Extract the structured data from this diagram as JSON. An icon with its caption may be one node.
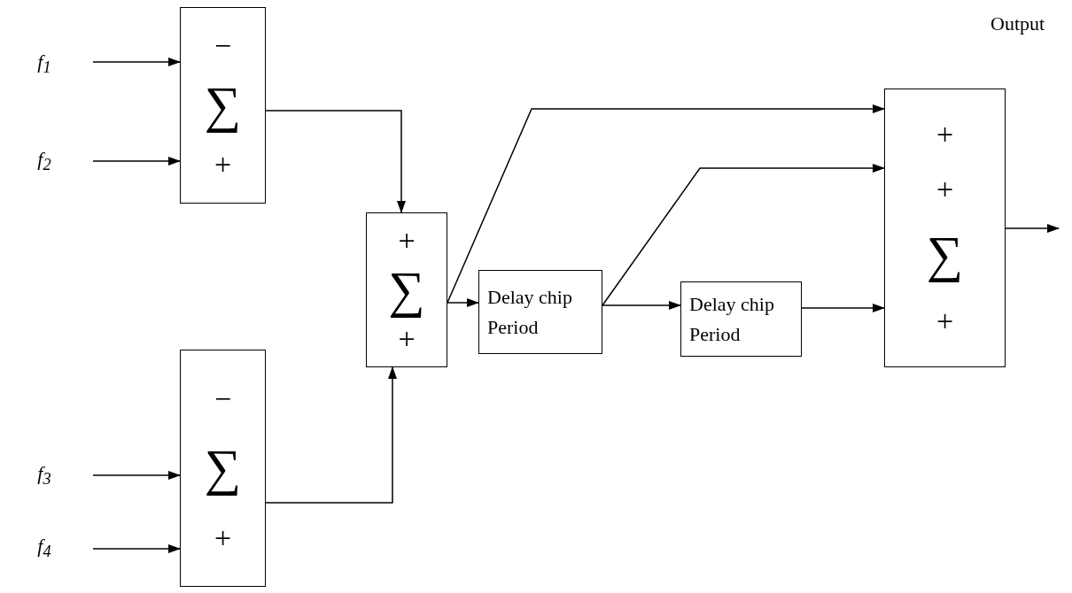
{
  "diagram": {
    "nodes": [
      {
        "text": [
          "f$_{1}$"
        ]
      },
      {
        "text": [
          "f$_{2}$"
        ]
      },
      {
        "text": [
          "−",
          "∑",
          "+"
        ]
      },
      {
        "text": [
          "+",
          "∑",
          "+"
        ]
      },
      {
        "text": [
          "f$_{3}$"
        ]
      },
      {
        "text": [
          "f$_{4}$"
        ]
      },
      {
        "text": [
          "−",
          "∑",
          "+"
        ]
      },
      {
        "text": [
          "Delay chip Period"
        ]
      },
      {
        "text": [
          "Delay chip Period"
        ]
      },
      {
        "text": [
          "+",
          "+",
          "∑",
          "+"
        ]
      }
    ],
    "edges": [
      {
        "from": 0,
        "to": 2,
        "arrow": "to"
      },
      {
        "from": 1,
        "to": 2,
        "arrow": "to"
      },
      {
        "from": 4,
        "to": 6,
        "arrow": "to"
      },
      {
        "from": 5,
        "to": 6,
        "arrow": "to"
      },
      {
        "from": 2,
        "to": 3,
        "arrow": "to"
      },
      {
        "from": 6,
        "to": 3,
        "arrow": "to"
      },
      {
        "from": 3,
        "to": 7,
        "arrow": "to"
      },
      {
        "from": 3,
        "to": 9,
        "arrow": "to"
      },
      {
        "from": 7,
        "to": 8,
        "arrow": "to"
      },
      {
        "from": 7,
        "to": 9,
        "arrow": "to"
      },
      {
        "from": 8,
        "to": 9,
        "arrow": "to"
      },
      {
        "from": 9,
        "to": null,
        "arrow": "to"
      }
    ],
    "labels": [
      "Output"
    ]
  }
}
